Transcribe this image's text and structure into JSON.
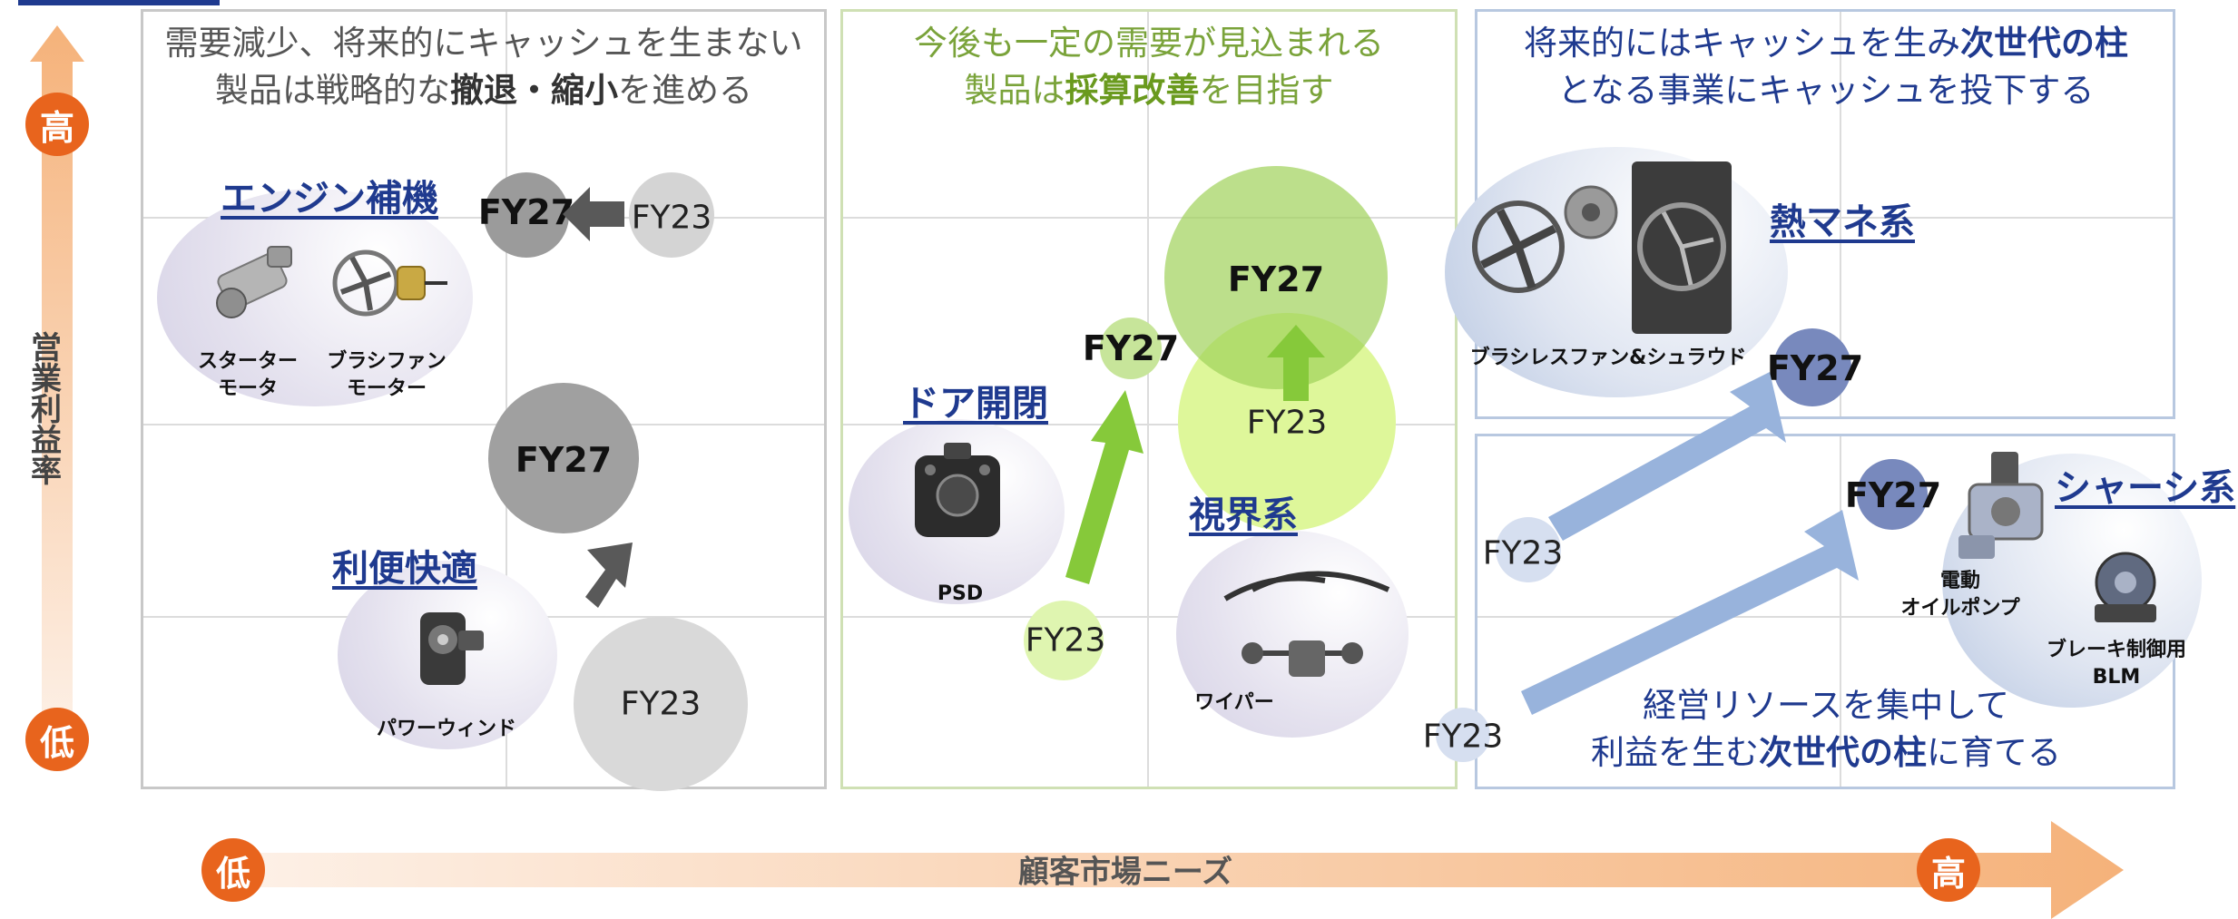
{
  "axes": {
    "y_label": "営業利益率",
    "y_high": "高",
    "y_low": "低",
    "x_label": "顧客市場ニーズ",
    "x_high": "高",
    "x_low": "低"
  },
  "panels": {
    "left": {
      "header_line1": "需要減少、将来的にキャッシュを生まない",
      "header_line2_pre": "製品は戦略的な",
      "header_line2_bold": "撤退・縮小",
      "header_line2_post": "を進める"
    },
    "middle": {
      "header_line1": "今後も一定の需要が見込まれる",
      "header_line2_pre": "製品は",
      "header_line2_bold": "採算改善",
      "header_line2_post": "を目指す"
    },
    "right_top": {
      "header_line1_pre": "将来的にはキャッシュを生み",
      "header_line1_bold": "次世代の柱",
      "header_line2": "となる事業にキャッシュを投下する"
    },
    "right_bottom": {
      "footer_line1": "経営リソースを集中して",
      "footer_line2_pre": "利益を生む",
      "footer_line2_bold": "次世代の柱",
      "footer_line2_post": "に育てる"
    }
  },
  "categories": {
    "engine": {
      "title": "エンジン補機",
      "products": [
        "スターター\nモータ",
        "ブラシファン\nモーター"
      ],
      "fy23": "FY23",
      "fy27": "FY27"
    },
    "comfort": {
      "title": "利便快適",
      "products": [
        "パワーウィンド"
      ],
      "fy23": "FY23",
      "fy27": "FY27"
    },
    "door": {
      "title": "ドア開閉",
      "products": [
        "PSD"
      ],
      "fy23": "FY23",
      "fy27": "FY27"
    },
    "vision": {
      "title": "視界系",
      "products": [
        "ワイパー"
      ],
      "fy23": "FY23",
      "fy27": "FY27"
    },
    "thermal": {
      "title": "熱マネ系",
      "products": [
        "ブラシレスファン&シュラウド"
      ],
      "fy23": "FY23",
      "fy27": "FY27"
    },
    "chassis": {
      "title": "シャーシ系",
      "products": [
        "電動\nオイルポンプ",
        "ブレーキ制御用\nBLM"
      ],
      "fy23": "FY23",
      "fy27": "FY27"
    }
  }
}
